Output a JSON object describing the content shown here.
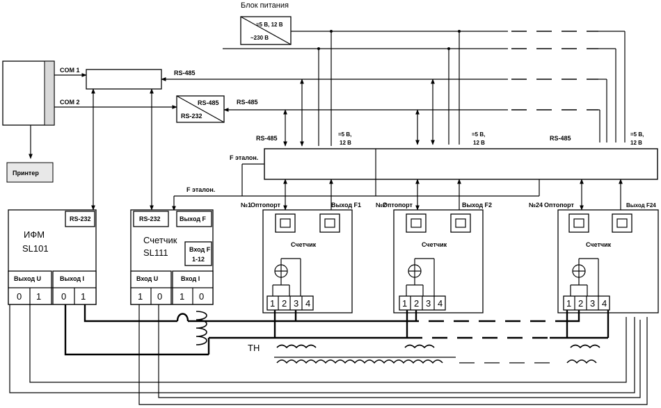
{
  "power_block": {
    "title": "Блок питания",
    "line1": "=5 В, 12 В",
    "line2": "~230 В"
  },
  "converter": {
    "top": "RS-485",
    "bottom": "RS-232"
  },
  "pc": {
    "com1": "COM 1",
    "com2": "COM 2"
  },
  "bus_labels": {
    "rs485_upper": "RS-485",
    "rs485_lower": "RS-485",
    "rs485_meter1": "RS-485",
    "rs485_meter3": "RS-485",
    "power1": "=5 В,",
    "power1b": "12 В",
    "power2": "=5 В,",
    "power2b": "12 В",
    "power3": "=5 В,",
    "power3b": "12 В",
    "f_etalon_1": "F эталон.",
    "f_etalon_2": "F эталон."
  },
  "printer": {
    "label": "Принтер"
  },
  "ifm": {
    "name": "ИФМ",
    "model": "SL101",
    "port": "RS-232",
    "out_u": "Выход U",
    "out_i": "Выход I",
    "pins": [
      "0",
      "1",
      "0",
      "1"
    ]
  },
  "standard_meter": {
    "name": "Счетчик",
    "model": "SL111",
    "port": "RS-232",
    "out_f": "Выход F",
    "in_f": "Вход F",
    "in_f_range": "1-12",
    "in_u": "Вход U",
    "in_i": "Вход I",
    "pins": [
      "1",
      "0",
      "1",
      "0"
    ]
  },
  "meters": [
    {
      "num": "№1",
      "optoport": "Оптопорт",
      "output": "Выход F1",
      "name": "Счетчик",
      "terminals": [
        "1",
        "2",
        "3",
        "4"
      ]
    },
    {
      "num": "№2",
      "optoport": "Оптопорт",
      "output": "Выход F2",
      "name": "Счетчик",
      "terminals": [
        "1",
        "2",
        "3",
        "4"
      ]
    },
    {
      "num": "№24",
      "optoport": "Оптопорт",
      "output": "Выход F24",
      "name": "Счетчик",
      "terminals": [
        "1",
        "2",
        "3",
        "4"
      ]
    }
  ],
  "transformer": {
    "label": "ТН"
  },
  "colors": {
    "ink": "#000000",
    "paper": "#ffffff"
  }
}
